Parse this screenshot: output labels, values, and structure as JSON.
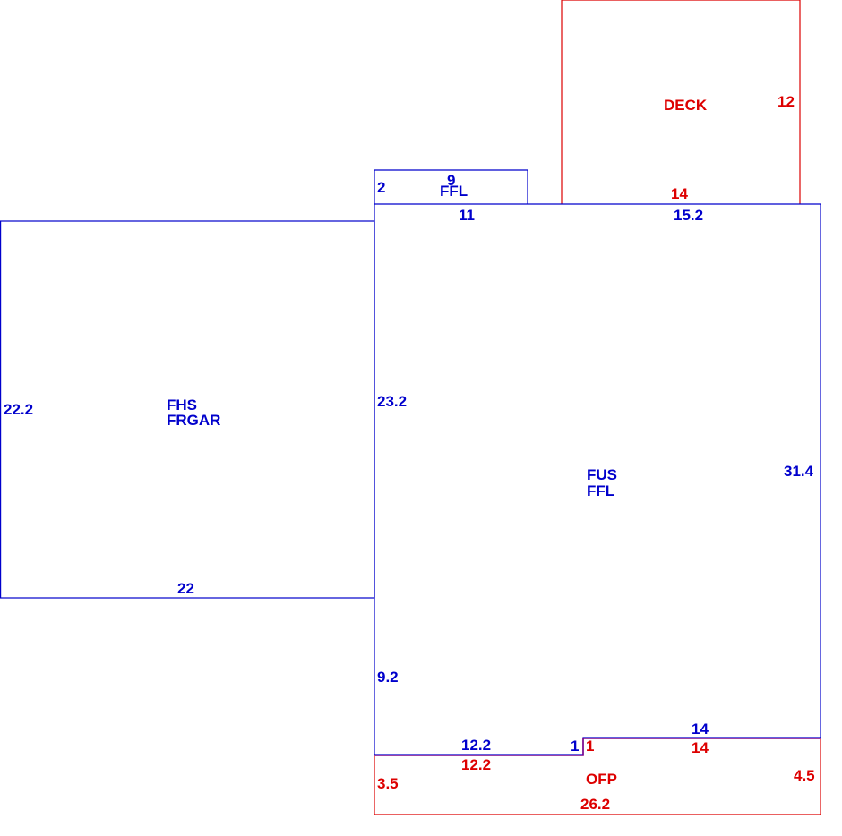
{
  "colors": {
    "main": "#0000cc",
    "addition": "#dd0000",
    "shared_edge": "#7a0088"
  },
  "garage": {
    "code1": "FHS",
    "code2": "FRGAR",
    "dim_left": "22.2",
    "dim_bottom": "22"
  },
  "house": {
    "code1": "FUS",
    "code2": "FFL",
    "dim_left_upper": "23.2",
    "dim_left_lower": "9.2",
    "dim_right": "31.4",
    "dim_top_left": "11",
    "dim_top_right": "15.2",
    "dim_bottom_left": "12.2",
    "dim_step": "1",
    "dim_bottom_right": "14"
  },
  "bay": {
    "code": "FFL",
    "dim_top": "9",
    "dim_left": "2"
  },
  "deck": {
    "code": "DECK",
    "dim_right": "12",
    "dim_bottom": "14"
  },
  "porch": {
    "code": "OFP",
    "dim_left": "3.5",
    "dim_right": "4.5",
    "dim_bottom": "26.2",
    "dim_top_left": "12.2",
    "dim_step": "1",
    "dim_top_right": "14"
  }
}
